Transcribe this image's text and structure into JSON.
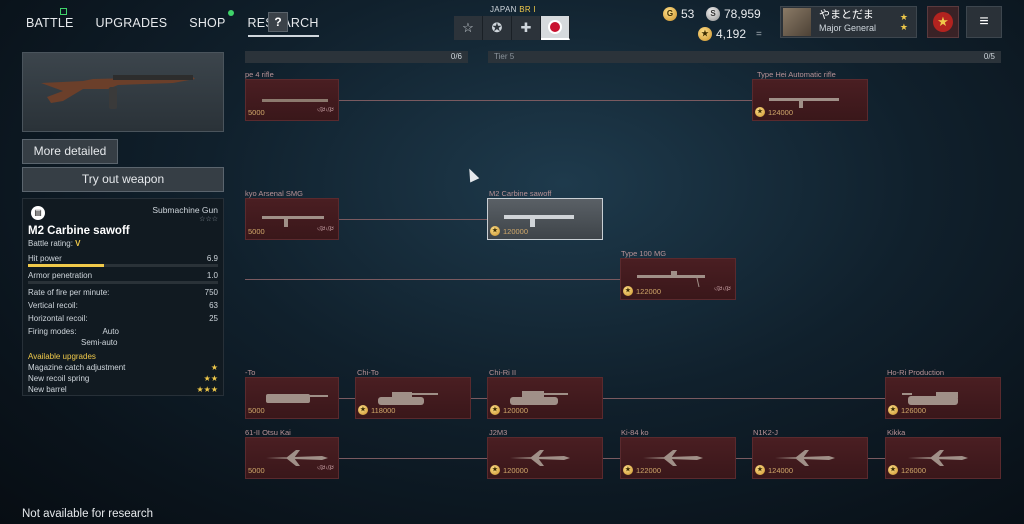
{
  "nav": {
    "battle": "BATTLE",
    "upgrades": "UPGRADES",
    "shop": "SHOP",
    "research": "RESEARCH",
    "help": "?"
  },
  "nation": {
    "name": "JAPAN",
    "br": "BR I"
  },
  "currency": {
    "gold": "53",
    "silver": "78,959",
    "research_points": "4,192",
    "eq_symbol": "="
  },
  "profile": {
    "name": "やまとだま",
    "rank": "Major General"
  },
  "left_panel": {
    "more_detailed": "More detailed",
    "try_out": "Try out weapon",
    "weapon_class": "Submachine Gun",
    "weapon_class_stars": "☆☆☆",
    "weapon_name": "M2 Carbine sawoff",
    "battle_rating_label": "Battle rating:",
    "battle_rating_value": "V",
    "stats": [
      {
        "label": "Hit power",
        "value": "6.9",
        "fill": 0.4
      },
      {
        "label": "Armor penetration",
        "value": "1.0",
        "fill": 0.0
      }
    ],
    "specs": [
      {
        "label": "Rate of fire per minute:",
        "value": "750"
      },
      {
        "label": "Vertical recoil:",
        "value": "63"
      },
      {
        "label": "Horizontal recoil:",
        "value": "25"
      }
    ],
    "firing_modes_label": "Firing modes:",
    "firing_modes": [
      "Auto",
      "Semi-auto"
    ],
    "upgrades_title": "Available upgrades",
    "upgrades": [
      {
        "label": "Magazine catch adjustment",
        "stars": "★"
      },
      {
        "label": "New recoil spring",
        "stars": "★★"
      },
      {
        "label": "New barrel",
        "stars": "★★★"
      }
    ]
  },
  "status": "Not available for research",
  "tiers": [
    {
      "left": "",
      "right": "0/6"
    },
    {
      "left": "Tier 5",
      "right": "0/5"
    }
  ],
  "cards": [
    {
      "label": "pe 4 rifle",
      "price": "5000",
      "squad": "ঞঞ"
    },
    {
      "label": "Type Hei Automatic rifle",
      "price": "124000",
      "squad": ""
    },
    {
      "label": "kyo Arsenal SMG",
      "price": "5000",
      "squad": "ঞঞ"
    },
    {
      "label": "M2 Carbine sawoff",
      "price": "120000",
      "squad": ""
    },
    {
      "label": "Type 100 MG",
      "price": "122000",
      "squad": "ঞঞ"
    },
    {
      "label": "-To",
      "price": "5000",
      "squad": ""
    },
    {
      "label": "Chi-To",
      "price": "118000",
      "squad": ""
    },
    {
      "label": "Chi-Ri II",
      "price": "120000",
      "squad": ""
    },
    {
      "label": "Ho-Ri Production",
      "price": "126000",
      "squad": ""
    },
    {
      "label": "61-II Otsu Kai",
      "price": "5000",
      "squad": "ঞঞ"
    },
    {
      "label": "J2M3",
      "price": "120000",
      "squad": ""
    },
    {
      "label": "Ki-84 ko",
      "price": "122000",
      "squad": ""
    },
    {
      "label": "N1K2-J",
      "price": "124000",
      "squad": ""
    },
    {
      "label": "Kikka",
      "price": "126000",
      "squad": ""
    }
  ]
}
